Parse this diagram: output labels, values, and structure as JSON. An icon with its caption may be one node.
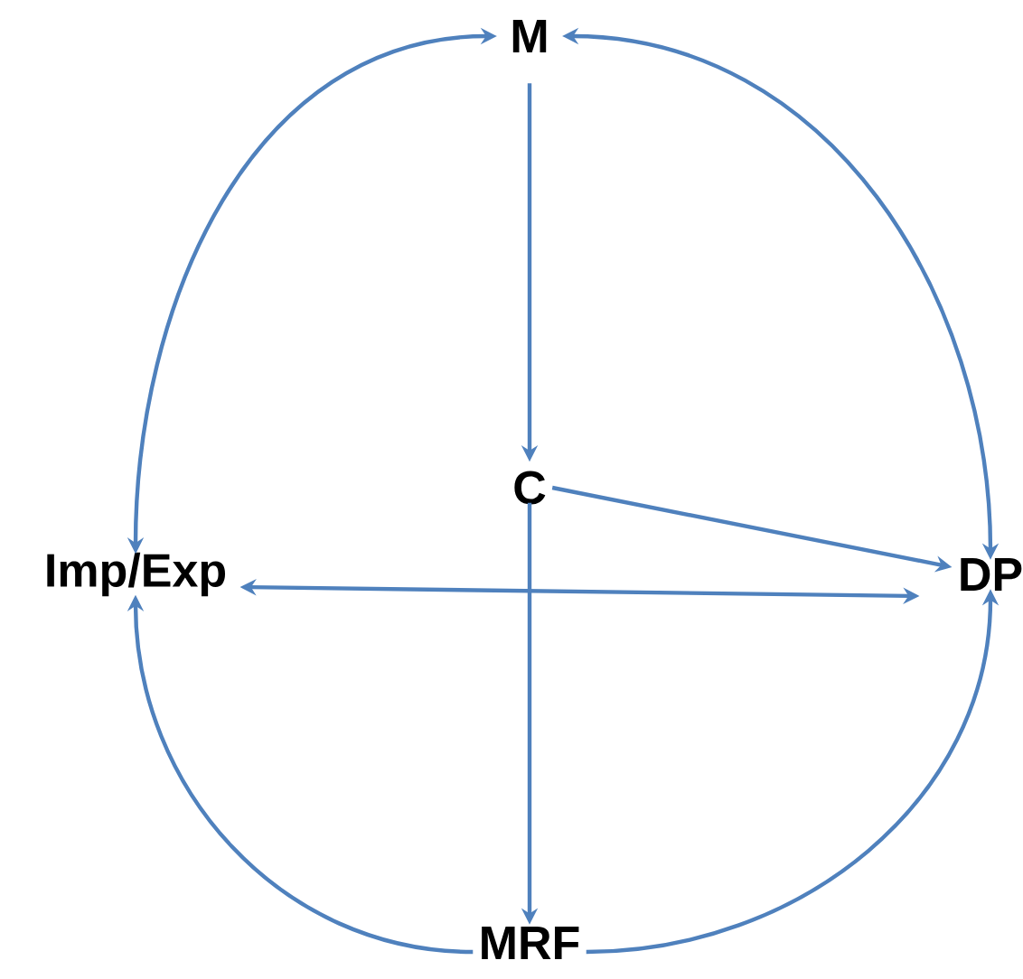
{
  "diagram": {
    "nodes": [
      {
        "text": [
          "M"
        ]
      },
      {
        "text": [
          "C"
        ]
      },
      {
        "text": [
          "Imp/Exp"
        ]
      },
      {
        "text": [
          "DP"
        ]
      },
      {
        "text": [
          "MRF"
        ]
      }
    ],
    "edges": [
      {
        "from": 0,
        "to": 2,
        "arrow": "both"
      },
      {
        "from": 0,
        "to": 3,
        "arrow": "both"
      },
      {
        "from": 0,
        "to": 1,
        "arrow": "to"
      },
      {
        "from": 1,
        "to": 3,
        "arrow": "to"
      },
      {
        "from": 2,
        "to": 3,
        "arrow": "both"
      },
      {
        "from": 1,
        "to": 4,
        "arrow": "to"
      },
      {
        "from": 4,
        "to": 2,
        "arrow": "to"
      },
      {
        "from": 4,
        "to": 3,
        "arrow": "to"
      }
    ]
  }
}
